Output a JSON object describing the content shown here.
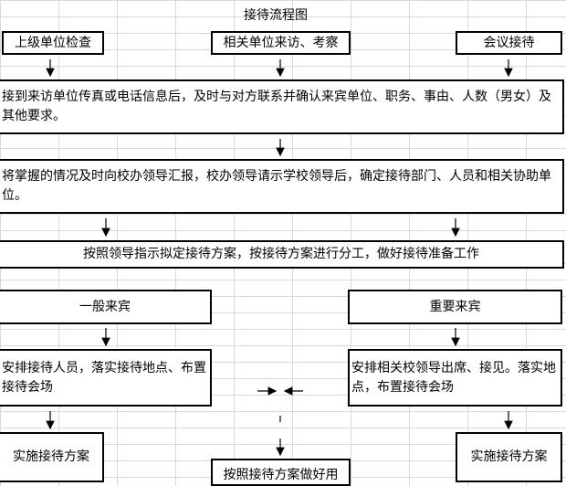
{
  "title": "接待流程图",
  "boxes": {
    "superior_inspection": "上级单位检查",
    "related_units_visit": "相关单位来访、考察",
    "meeting_reception": "会议接待",
    "receive_info": "接到来访单位传真或电话信息后，及时与对方联系并确认来宾单位、职务、事由、人数（男女）及其他要求。",
    "report_leaders": "将掌握的情况及时向校办领导汇报，校办领导请示学校领导后，确定接待部门、人员和相关协助单位。",
    "draft_plan": "按照领导指示拟定接待方案，按接待方案进行分工，做好接待准备工作",
    "general_guests": "一般来宾",
    "important_guests": "重要来宾",
    "arrange_staff": "安排接待人员，落实接待地点、布置接待会场",
    "arrange_leaders": "安排相关校领导出席、接见。落实地点，布置接待会场",
    "implement_left": "实施接待方案",
    "implement_right": "实施接待方案",
    "bottom_center": "按照接待方案做好用"
  }
}
